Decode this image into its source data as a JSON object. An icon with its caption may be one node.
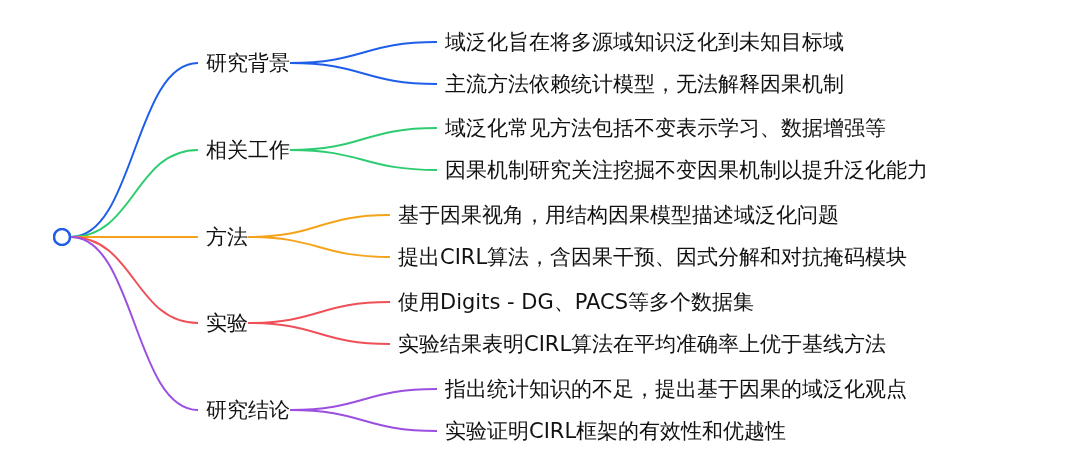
{
  "diagram": {
    "nodes": [
      {
        "text": [],
        "shape": "circle"
      },
      {
        "text": [
          "研究背景"
        ]
      },
      {
        "text": [
          "域泛化旨在将多源域知识泛化到未知目标域"
        ]
      },
      {
        "text": [
          "主流方法依赖统计模型，无法解释因果机制"
        ]
      },
      {
        "text": [
          "相关工作"
        ]
      },
      {
        "text": [
          "域泛化常见方法包括不变表示学习、数据增强等"
        ]
      },
      {
        "text": [
          "因果机制研究关注挖掘不变因果机制以提升泛化能力"
        ]
      },
      {
        "text": [
          "方法"
        ]
      },
      {
        "text": [
          "基于因果视角，用结构因果模型描述域泛化问题"
        ]
      },
      {
        "text": [
          "提出CIRL算法，含因果干预、因式分解和对抗掩码模块"
        ]
      },
      {
        "text": [
          "实验"
        ]
      },
      {
        "text": [
          "使用Digits - DG、PACS等多个数据集"
        ]
      },
      {
        "text": [
          "实验结果表明CIRL算法在平均准确率上优于基线方法"
        ]
      },
      {
        "text": [
          "研究结论"
        ]
      },
      {
        "text": [
          "指出统计知识的不足，提出基于因果的域泛化观点"
        ]
      },
      {
        "text": [
          "实验证明CIRL框架的有效性和优越性"
        ]
      }
    ],
    "edges": [
      {
        "from": 0,
        "to": 1,
        "arrow": "none",
        "color": "#1f5eea"
      },
      {
        "from": 1,
        "to": 2,
        "arrow": "none",
        "color": "#1f5eea"
      },
      {
        "from": 1,
        "to": 3,
        "arrow": "none",
        "color": "#1f5eea"
      },
      {
        "from": 0,
        "to": 4,
        "arrow": "none",
        "color": "#2ecc71"
      },
      {
        "from": 4,
        "to": 5,
        "arrow": "none",
        "color": "#2ecc71"
      },
      {
        "from": 4,
        "to": 6,
        "arrow": "none",
        "color": "#2ecc71"
      },
      {
        "from": 0,
        "to": 7,
        "arrow": "none",
        "color": "#f5a31a"
      },
      {
        "from": 7,
        "to": 8,
        "arrow": "none",
        "color": "#f5a31a"
      },
      {
        "from": 7,
        "to": 9,
        "arrow": "none",
        "color": "#f5a31a"
      },
      {
        "from": 0,
        "to": 10,
        "arrow": "none",
        "color": "#ef5058"
      },
      {
        "from": 10,
        "to": 11,
        "arrow": "none",
        "color": "#ef5058"
      },
      {
        "from": 10,
        "to": 12,
        "arrow": "none",
        "color": "#ef5058"
      },
      {
        "from": 0,
        "to": 13,
        "arrow": "none",
        "color": "#9b4fe0"
      },
      {
        "from": 13,
        "to": 14,
        "arrow": "none",
        "color": "#9b4fe0"
      },
      {
        "from": 13,
        "to": 15,
        "arrow": "none",
        "color": "#9b4fe0"
      }
    ]
  }
}
